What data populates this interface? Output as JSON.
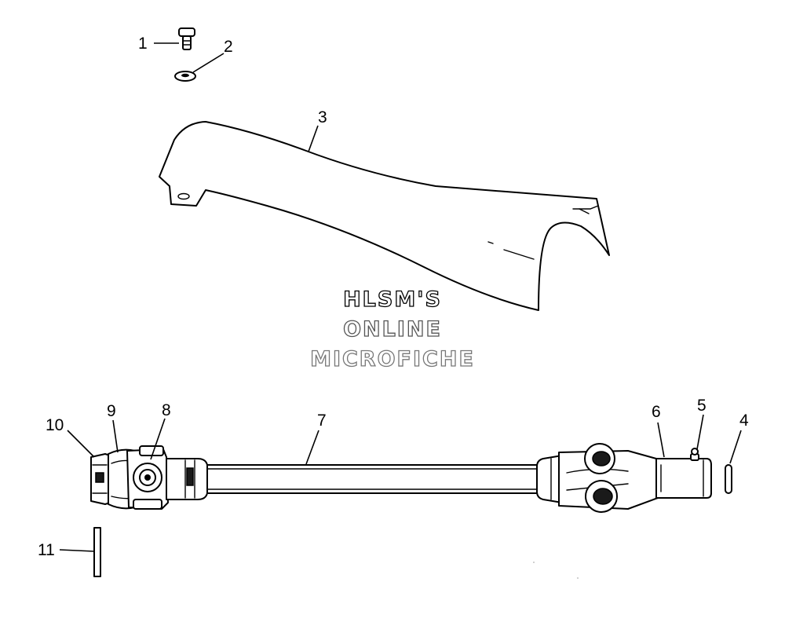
{
  "callouts": [
    "1",
    "2",
    "3",
    "4",
    "5",
    "6",
    "7",
    "8",
    "9",
    "10",
    "11"
  ],
  "watermark": {
    "line1": "HLSM'S",
    "line2": "ONLINE",
    "line3": "MICROFICHE",
    "color1": "#000000",
    "color2": "#555555",
    "color3": "#777777"
  }
}
